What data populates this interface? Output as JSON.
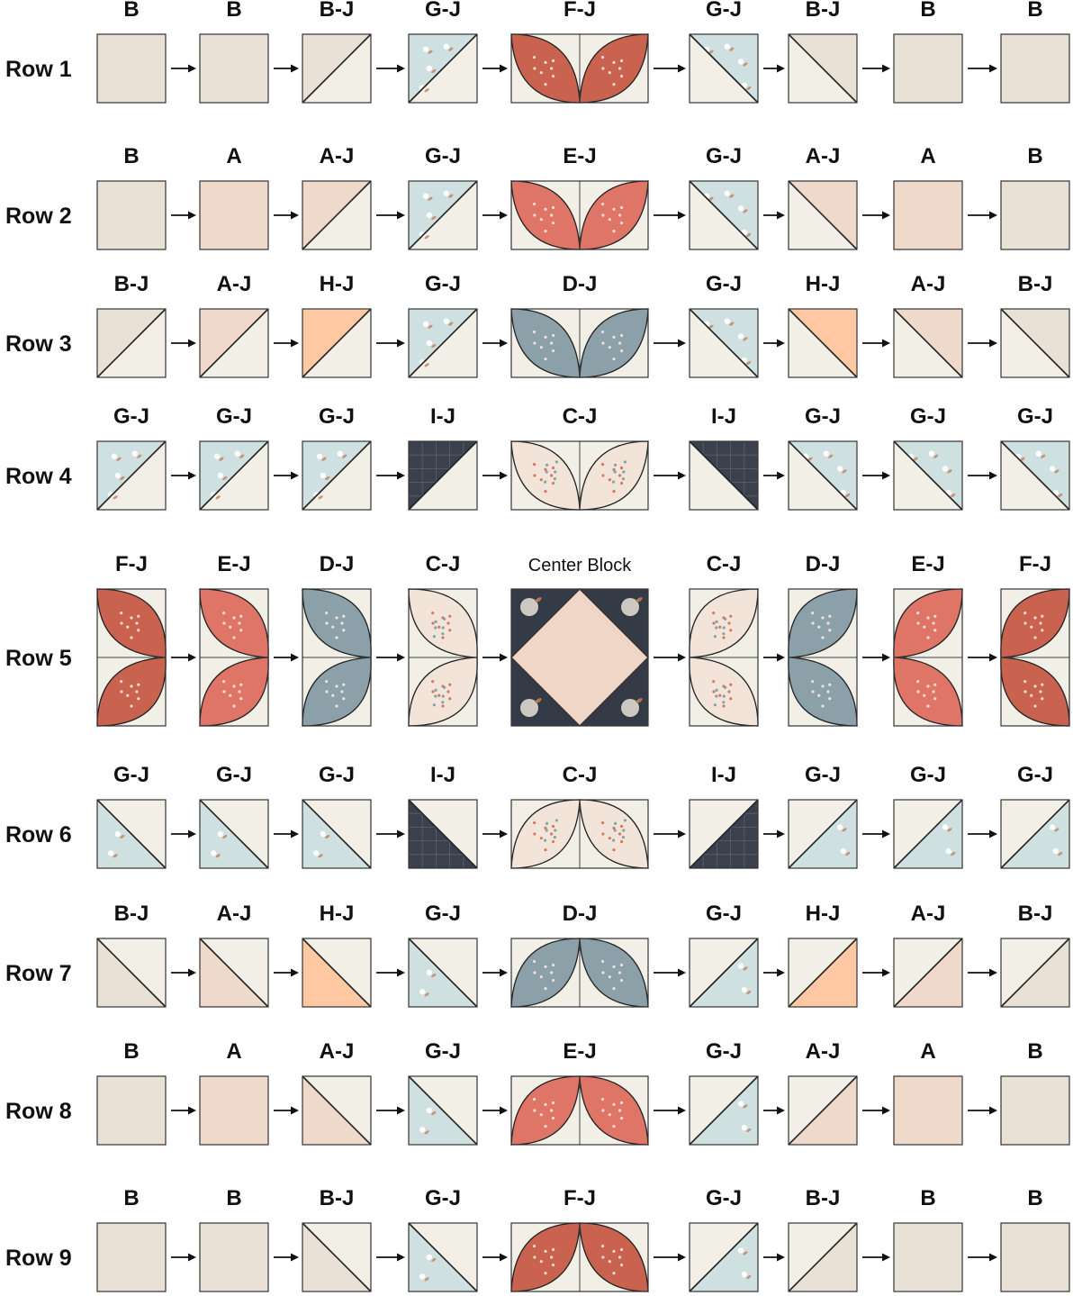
{
  "colors": {
    "A": "#efd9cb",
    "B": "#eae1d6",
    "H": "#fdc8a2",
    "I": "#3a414c",
    "J": "#f1efe6",
    "G": "#cfe0e0",
    "F": "#c9624f",
    "E": "#df7566",
    "D": "#8ba0a8",
    "C": "#f3e4da",
    "center_bg": "#343a46",
    "center_diamond": "#efd6c7",
    "outline": "#333333",
    "arrow": "#111111"
  },
  "rows": [
    {
      "label": "Row 1",
      "blocks": [
        {
          "code": "B",
          "kind": "solid"
        },
        {
          "code": "B",
          "kind": "solid"
        },
        {
          "code": "B-J",
          "kind": "hst",
          "orient": "/",
          "print": "up"
        },
        {
          "code": "G-J",
          "kind": "hst",
          "orient": "/",
          "print": "up"
        },
        {
          "code": "F-J",
          "kind": "petals-h",
          "dir": "up"
        },
        {
          "code": "G-J",
          "kind": "hst",
          "orient": "\\",
          "print": "up"
        },
        {
          "code": "B-J",
          "kind": "hst",
          "orient": "\\",
          "print": "up"
        },
        {
          "code": "B",
          "kind": "solid"
        },
        {
          "code": "B",
          "kind": "solid"
        }
      ]
    },
    {
      "label": "Row 2",
      "blocks": [
        {
          "code": "B",
          "kind": "solid"
        },
        {
          "code": "A",
          "kind": "solid"
        },
        {
          "code": "A-J",
          "kind": "hst",
          "orient": "/",
          "print": "up"
        },
        {
          "code": "G-J",
          "kind": "hst",
          "orient": "/",
          "print": "up"
        },
        {
          "code": "E-J",
          "kind": "petals-h",
          "dir": "up"
        },
        {
          "code": "G-J",
          "kind": "hst",
          "orient": "\\",
          "print": "up"
        },
        {
          "code": "A-J",
          "kind": "hst",
          "orient": "\\",
          "print": "up"
        },
        {
          "code": "A",
          "kind": "solid"
        },
        {
          "code": "B",
          "kind": "solid"
        }
      ]
    },
    {
      "label": "Row 3",
      "blocks": [
        {
          "code": "B-J",
          "kind": "hst",
          "orient": "/",
          "print": "up"
        },
        {
          "code": "A-J",
          "kind": "hst",
          "orient": "/",
          "print": "up"
        },
        {
          "code": "H-J",
          "kind": "hst",
          "orient": "/",
          "print": "up"
        },
        {
          "code": "G-J",
          "kind": "hst",
          "orient": "/",
          "print": "up"
        },
        {
          "code": "D-J",
          "kind": "petals-h",
          "dir": "up"
        },
        {
          "code": "G-J",
          "kind": "hst",
          "orient": "\\",
          "print": "up"
        },
        {
          "code": "H-J",
          "kind": "hst",
          "orient": "\\",
          "print": "up"
        },
        {
          "code": "A-J",
          "kind": "hst",
          "orient": "\\",
          "print": "up"
        },
        {
          "code": "B-J",
          "kind": "hst",
          "orient": "\\",
          "print": "up"
        }
      ]
    },
    {
      "label": "Row 4",
      "blocks": [
        {
          "code": "G-J",
          "kind": "hst",
          "orient": "/",
          "print": "up"
        },
        {
          "code": "G-J",
          "kind": "hst",
          "orient": "/",
          "print": "up"
        },
        {
          "code": "G-J",
          "kind": "hst",
          "orient": "/",
          "print": "up"
        },
        {
          "code": "I-J",
          "kind": "hst",
          "orient": "/",
          "print": "up"
        },
        {
          "code": "C-J",
          "kind": "petals-h",
          "dir": "up"
        },
        {
          "code": "I-J",
          "kind": "hst",
          "orient": "\\",
          "print": "up"
        },
        {
          "code": "G-J",
          "kind": "hst",
          "orient": "\\",
          "print": "up"
        },
        {
          "code": "G-J",
          "kind": "hst",
          "orient": "\\",
          "print": "up"
        },
        {
          "code": "G-J",
          "kind": "hst",
          "orient": "\\",
          "print": "up"
        }
      ]
    },
    {
      "label": "Row 5",
      "blocks": [
        {
          "code": "F-J",
          "kind": "petals-v",
          "dir": "right"
        },
        {
          "code": "E-J",
          "kind": "petals-v",
          "dir": "right"
        },
        {
          "code": "D-J",
          "kind": "petals-v",
          "dir": "right"
        },
        {
          "code": "C-J",
          "kind": "petals-v",
          "dir": "right"
        },
        {
          "code": "Center Block",
          "kind": "center"
        },
        {
          "code": "C-J",
          "kind": "petals-v",
          "dir": "left"
        },
        {
          "code": "D-J",
          "kind": "petals-v",
          "dir": "left"
        },
        {
          "code": "E-J",
          "kind": "petals-v",
          "dir": "left"
        },
        {
          "code": "F-J",
          "kind": "petals-v",
          "dir": "left"
        }
      ]
    },
    {
      "label": "Row 6",
      "blocks": [
        {
          "code": "G-J",
          "kind": "hst",
          "orient": "\\",
          "print": "down"
        },
        {
          "code": "G-J",
          "kind": "hst",
          "orient": "\\",
          "print": "down"
        },
        {
          "code": "G-J",
          "kind": "hst",
          "orient": "\\",
          "print": "down"
        },
        {
          "code": "I-J",
          "kind": "hst",
          "orient": "\\",
          "print": "down"
        },
        {
          "code": "C-J",
          "kind": "petals-h",
          "dir": "down"
        },
        {
          "code": "I-J",
          "kind": "hst",
          "orient": "/",
          "print": "down"
        },
        {
          "code": "G-J",
          "kind": "hst",
          "orient": "/",
          "print": "down"
        },
        {
          "code": "G-J",
          "kind": "hst",
          "orient": "/",
          "print": "down"
        },
        {
          "code": "G-J",
          "kind": "hst",
          "orient": "/",
          "print": "down"
        }
      ]
    },
    {
      "label": "Row 7",
      "blocks": [
        {
          "code": "B-J",
          "kind": "hst",
          "orient": "\\",
          "print": "down"
        },
        {
          "code": "A-J",
          "kind": "hst",
          "orient": "\\",
          "print": "down"
        },
        {
          "code": "H-J",
          "kind": "hst",
          "orient": "\\",
          "print": "down"
        },
        {
          "code": "G-J",
          "kind": "hst",
          "orient": "\\",
          "print": "down"
        },
        {
          "code": "D-J",
          "kind": "petals-h",
          "dir": "down"
        },
        {
          "code": "G-J",
          "kind": "hst",
          "orient": "/",
          "print": "down"
        },
        {
          "code": "H-J",
          "kind": "hst",
          "orient": "/",
          "print": "down"
        },
        {
          "code": "A-J",
          "kind": "hst",
          "orient": "/",
          "print": "down"
        },
        {
          "code": "B-J",
          "kind": "hst",
          "orient": "/",
          "print": "down"
        }
      ]
    },
    {
      "label": "Row 8",
      "blocks": [
        {
          "code": "B",
          "kind": "solid"
        },
        {
          "code": "A",
          "kind": "solid"
        },
        {
          "code": "A-J",
          "kind": "hst",
          "orient": "\\",
          "print": "down"
        },
        {
          "code": "G-J",
          "kind": "hst",
          "orient": "\\",
          "print": "down"
        },
        {
          "code": "E-J",
          "kind": "petals-h",
          "dir": "down"
        },
        {
          "code": "G-J",
          "kind": "hst",
          "orient": "/",
          "print": "down"
        },
        {
          "code": "A-J",
          "kind": "hst",
          "orient": "/",
          "print": "down"
        },
        {
          "code": "A",
          "kind": "solid"
        },
        {
          "code": "B",
          "kind": "solid"
        }
      ]
    },
    {
      "label": "Row 9",
      "blocks": [
        {
          "code": "B",
          "kind": "solid"
        },
        {
          "code": "B",
          "kind": "solid"
        },
        {
          "code": "B-J",
          "kind": "hst",
          "orient": "\\",
          "print": "down"
        },
        {
          "code": "G-J",
          "kind": "hst",
          "orient": "\\",
          "print": "down"
        },
        {
          "code": "F-J",
          "kind": "petals-h",
          "dir": "down"
        },
        {
          "code": "G-J",
          "kind": "hst",
          "orient": "/",
          "print": "down"
        },
        {
          "code": "B-J",
          "kind": "hst",
          "orient": "/",
          "print": "down"
        },
        {
          "code": "B",
          "kind": "solid"
        },
        {
          "code": "B",
          "kind": "solid"
        }
      ]
    }
  ]
}
